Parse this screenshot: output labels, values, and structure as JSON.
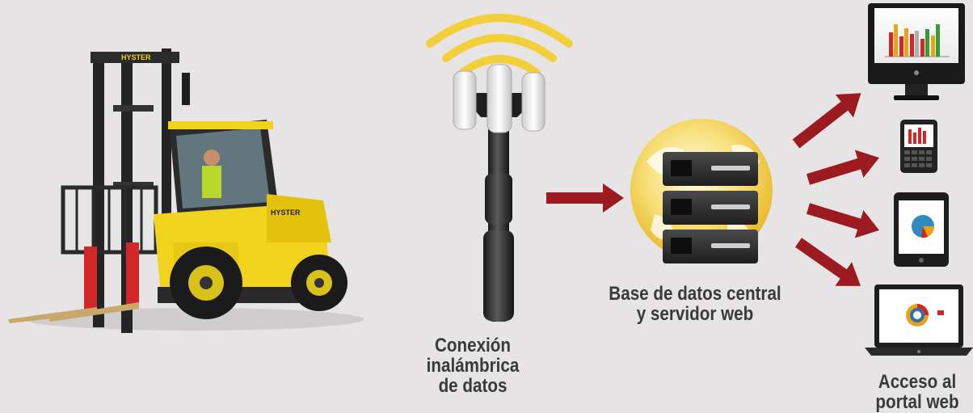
{
  "diagram": {
    "nodes": {
      "forklift": {
        "kind": "forklift",
        "mast_brand": "HYSTER",
        "body_brand": "HYSTER",
        "colors": {
          "body": "#f1d21c",
          "forks": "#d1262a",
          "mast": "#252525",
          "tire": "#1b1b1b"
        }
      },
      "antenna": {
        "kind": "cell-tower-antenna",
        "label_lines": [
          "Conexión",
          "inalámbrica",
          "de datos"
        ],
        "signal_color": "#f3cf3c"
      },
      "server": {
        "kind": "server-globe",
        "label_lines": [
          "Base de datos central",
          "y servidor web"
        ],
        "globe_color": "#f7e07a"
      },
      "portal": {
        "kind": "device-group",
        "label_lines": [
          "Acceso al",
          "portal web"
        ],
        "devices": [
          "desktop-monitor",
          "smartphone",
          "tablet",
          "laptop"
        ]
      }
    },
    "edges": [
      {
        "from": "antenna",
        "to": "server"
      },
      {
        "from": "server",
        "to": "desktop-monitor"
      },
      {
        "from": "server",
        "to": "smartphone"
      },
      {
        "from": "server",
        "to": "tablet"
      },
      {
        "from": "server",
        "to": "laptop"
      }
    ],
    "arrow_color": "#9b1b20",
    "background": "#e6e4e5",
    "label_color": "#3a3a3a"
  }
}
